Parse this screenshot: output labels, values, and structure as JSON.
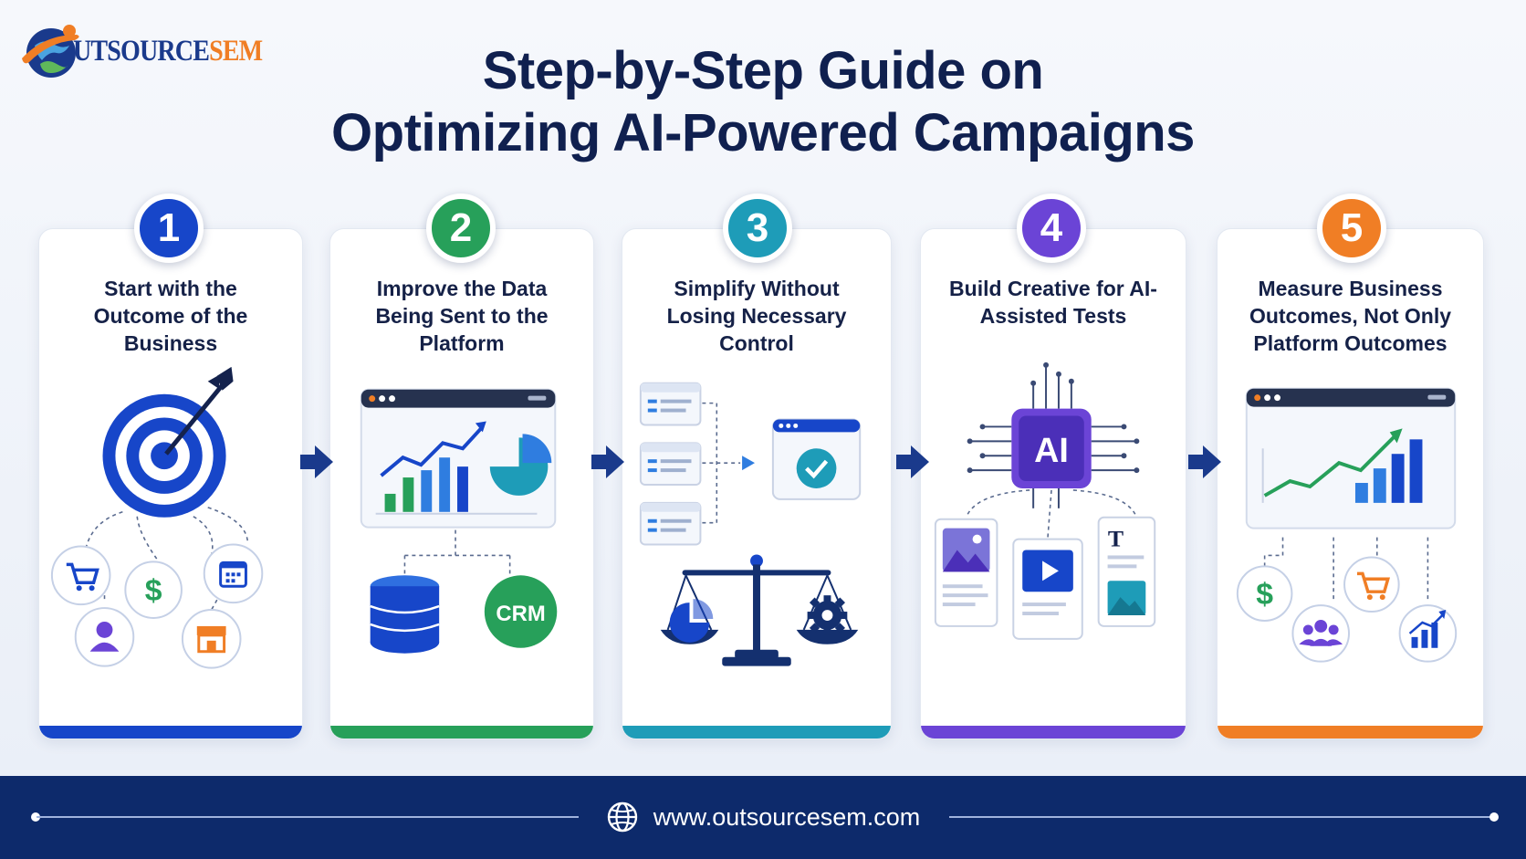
{
  "logo": {
    "part1": "UTSOURCE",
    "part2": "SEM",
    "icon": "globe-logo-icon"
  },
  "title": {
    "line1": "Step-by-Step Guide on",
    "line2": "Optimizing AI-Powered Campaigns"
  },
  "colors": {
    "navy": "#10204f",
    "step1": "#1746c9",
    "step2": "#27a05a",
    "step3": "#1e9cb8",
    "step4": "#6b44d6",
    "step5": "#f07e25",
    "footer": "#0d2a6b"
  },
  "steps": [
    {
      "number": "1",
      "label": "Start with the Outcome of the Business",
      "icons": [
        "target-icon",
        "cart-icon",
        "dollar-icon",
        "calendar-icon",
        "user-icon",
        "store-icon"
      ]
    },
    {
      "number": "2",
      "label": "Improve the Data Being Sent to the Platform",
      "crm": "CRM",
      "icons": [
        "analytics-dashboard-icon",
        "database-icon",
        "crm-icon"
      ]
    },
    {
      "number": "3",
      "label": "Simplify Without Losing Necessary Control",
      "icons": [
        "window-list-icon",
        "check-window-icon",
        "balance-scale-icon",
        "pie-icon",
        "gear-icon"
      ]
    },
    {
      "number": "4",
      "label": "Build Creative for AI-Assisted Tests",
      "ai": "AI",
      "text_glyph": "T",
      "icons": [
        "ai-chip-icon",
        "image-card-icon",
        "video-card-icon",
        "text-card-icon"
      ]
    },
    {
      "number": "5",
      "label": "Measure Business Outcomes, Not Only Platform Outcomes",
      "icons": [
        "growth-dashboard-icon",
        "dollar-icon",
        "cart-icon",
        "team-icon",
        "bar-chart-icon"
      ]
    }
  ],
  "footer": {
    "url": "www.outsourcesem.com",
    "icon": "globe-icon"
  }
}
